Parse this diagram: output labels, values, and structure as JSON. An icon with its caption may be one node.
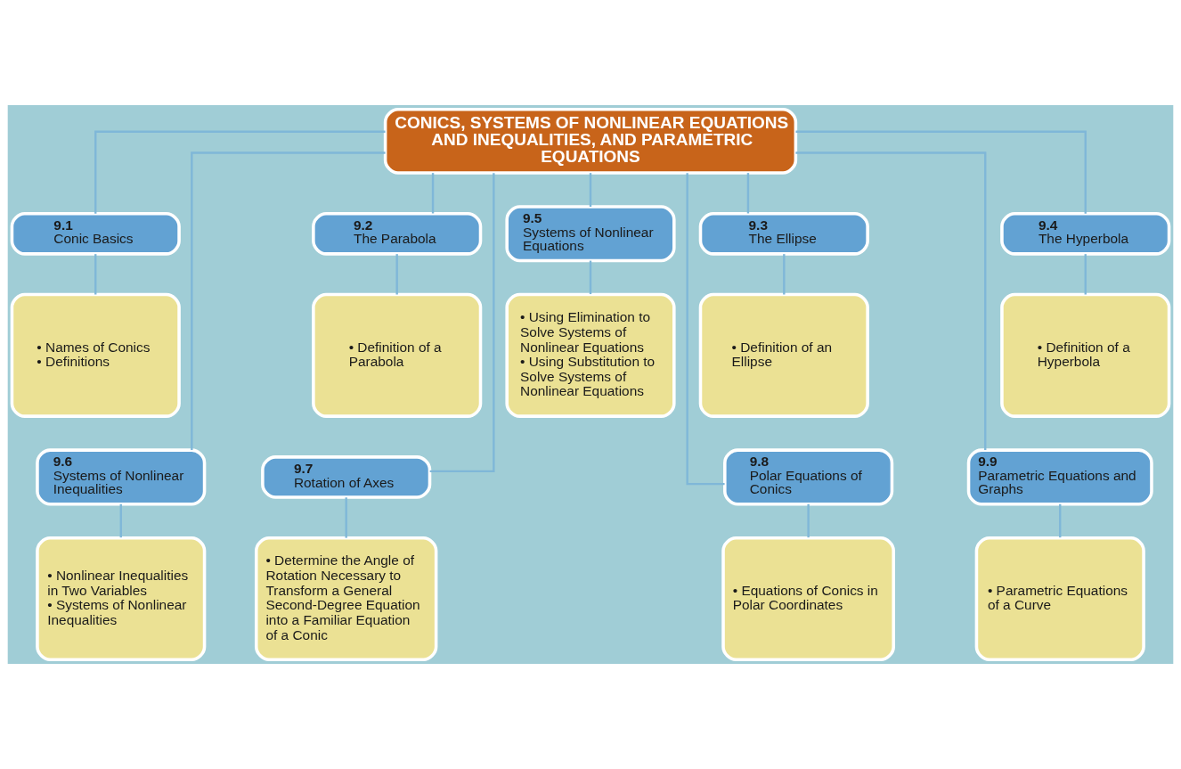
{
  "diagram": {
    "nodes": [
      {
        "text": [
          "CONICS, SYSTEMS OF NONLINEAR EQUATIONS AND INEQUALITIES, AND PARAMETRIC EQUATIONS"
        ]
      },
      {
        "text": [
          "9.1",
          "Conic Basics"
        ]
      },
      {
        "text": [
          "9.2",
          "The Parabola"
        ]
      },
      {
        "text": [
          "9.3",
          "The Ellipse"
        ]
      },
      {
        "text": [
          "9.4",
          "The Hyperbola"
        ]
      },
      {
        "text": [
          "9.5",
          "Systems of Nonlinear Equations"
        ]
      },
      {
        "text": [
          "• Names of Conics",
          "• Definitions"
        ]
      },
      {
        "text": [
          "• Definition of a Parabola"
        ]
      },
      {
        "text": [
          "• Definition of an Ellipse"
        ]
      },
      {
        "text": [
          "• Definition of a Hyperbola"
        ]
      },
      {
        "text": [
          "• Using Elimination to Solve Systems of Nonlinear Equations",
          "• Using Substitution to Solve Systems of Nonlinear Equations"
        ]
      },
      {
        "text": [
          "9.6",
          "Systems of Nonlinear Inequalities"
        ]
      },
      {
        "text": [
          "9.7",
          "Rotation of Axes"
        ]
      },
      {
        "text": [
          "9.8",
          "Polar Equations of Conics"
        ]
      },
      {
        "text": [
          "9.9",
          "Parametric Equations and Graphs"
        ]
      },
      {
        "text": [
          "• Nonlinear Inequalities in Two Variables",
          "• Systems of Nonlinear Inequalities"
        ]
      },
      {
        "text": [
          "• Determine the Angle of Rotation Necessary to Transform a General Second-Degree Equation into a Familiar Equation of a Conic"
        ]
      },
      {
        "text": [
          "• Equations of Conics in Polar Coordinates"
        ]
      },
      {
        "text": [
          "• Parametric Equations of a Curve"
        ]
      }
    ],
    "edges": [
      {
        "from": 0,
        "to": 1,
        "arrow": "none"
      },
      {
        "from": 0,
        "to": 2,
        "arrow": "none"
      },
      {
        "from": 0,
        "to": 3,
        "arrow": "none"
      },
      {
        "from": 0,
        "to": 4,
        "arrow": "none"
      },
      {
        "from": 0,
        "to": 5,
        "arrow": "none"
      },
      {
        "from": 0,
        "to": 11,
        "arrow": "none"
      },
      {
        "from": 0,
        "to": 12,
        "arrow": "none"
      },
      {
        "from": 0,
        "to": 13,
        "arrow": "none"
      },
      {
        "from": 0,
        "to": 14,
        "arrow": "none"
      },
      {
        "from": 1,
        "to": 6,
        "arrow": "none"
      },
      {
        "from": 2,
        "to": 7,
        "arrow": "none"
      },
      {
        "from": 3,
        "to": 8,
        "arrow": "none"
      },
      {
        "from": 4,
        "to": 9,
        "arrow": "none"
      },
      {
        "from": 5,
        "to": 10,
        "arrow": "none"
      },
      {
        "from": 11,
        "to": 15,
        "arrow": "none"
      },
      {
        "from": 12,
        "to": 16,
        "arrow": "none"
      },
      {
        "from": 13,
        "to": 17,
        "arrow": "none"
      },
      {
        "from": 14,
        "to": 18,
        "arrow": "none"
      }
    ]
  }
}
